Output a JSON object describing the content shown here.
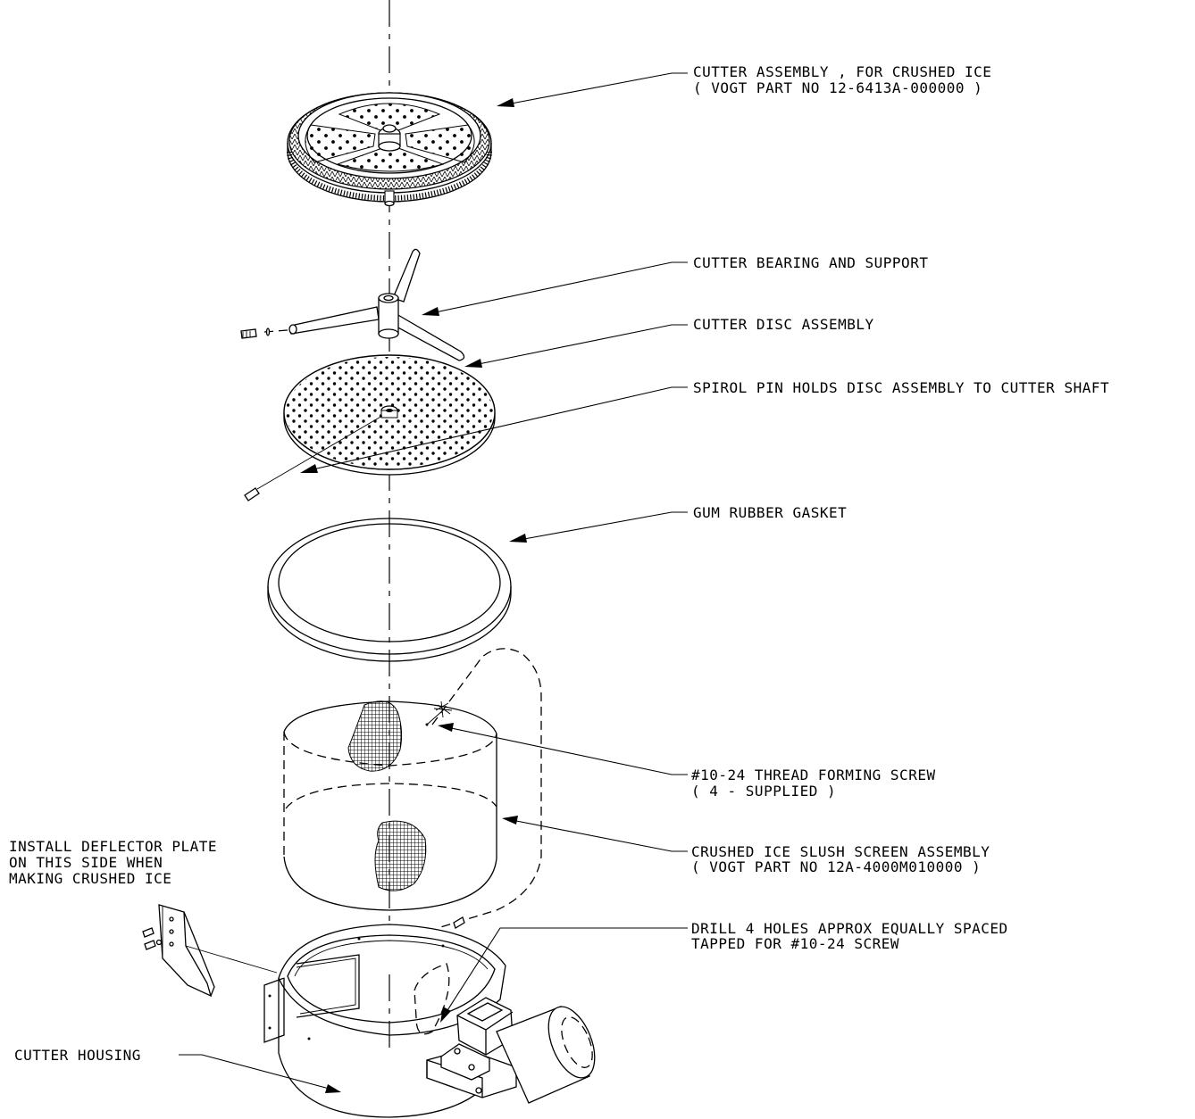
{
  "diagram": {
    "labels": {
      "cutter_assembly_line1": "CUTTER ASSEMBLY , FOR CRUSHED ICE",
      "cutter_assembly_line2": "( VOGT PART NO  12-6413A-000000 )",
      "cutter_bearing": "CUTTER BEARING AND SUPPORT",
      "cutter_disc": "CUTTER DISC ASSEMBLY",
      "spirol_pin": "SPIROL PIN HOLDS DISC ASSEMBLY TO CUTTER SHAFT",
      "gasket": "GUM RUBBER GASKET",
      "screw_line1": "#10-24 THREAD FORMING SCREW",
      "screw_line2": " ( 4 - SUPPLIED )",
      "slush_screen_line1": "CRUSHED ICE SLUSH SCREEN ASSEMBLY",
      "slush_screen_line2": "( VOGT PART NO  12A-4000M010000 )",
      "deflector_line1": "INSTALL DEFLECTOR PLATE",
      "deflector_line2": "ON THIS SIDE WHEN",
      "deflector_line3": "MAKING CRUSHED ICE",
      "drill_line1": "DRILL 4 HOLES APPROX  EQUALLY SPACED",
      "drill_line2": "TAPPED FOR #10-24 SCREW",
      "housing": "CUTTER HOUSING"
    }
  }
}
